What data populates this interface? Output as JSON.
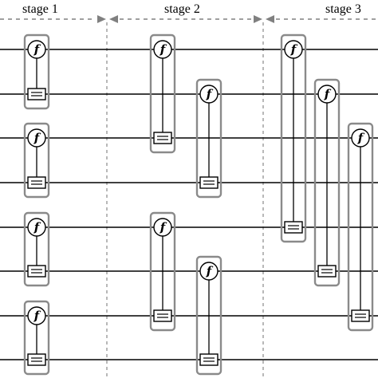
{
  "stages": [
    {
      "label": "stage 1"
    },
    {
      "label": "stage 2"
    },
    {
      "label": "stage 3"
    }
  ],
  "gate_symbol": "f",
  "qubit_count": 8,
  "gates": [
    {
      "stage": 1,
      "control": 0,
      "target": 1
    },
    {
      "stage": 1,
      "control": 2,
      "target": 3
    },
    {
      "stage": 1,
      "control": 4,
      "target": 5
    },
    {
      "stage": 1,
      "control": 6,
      "target": 7
    },
    {
      "stage": 2,
      "control": 0,
      "target": 2
    },
    {
      "stage": 2,
      "control": 1,
      "target": 3
    },
    {
      "stage": 2,
      "control": 4,
      "target": 6
    },
    {
      "stage": 2,
      "control": 5,
      "target": 7
    },
    {
      "stage": 3,
      "control": 0,
      "target": 4
    },
    {
      "stage": 3,
      "control": 1,
      "target": 5
    },
    {
      "stage": 3,
      "control": 2,
      "target": 6
    }
  ],
  "colors": {
    "wire": "#000000",
    "gate_border": "#8a8a8a",
    "separator": "#808080"
  }
}
